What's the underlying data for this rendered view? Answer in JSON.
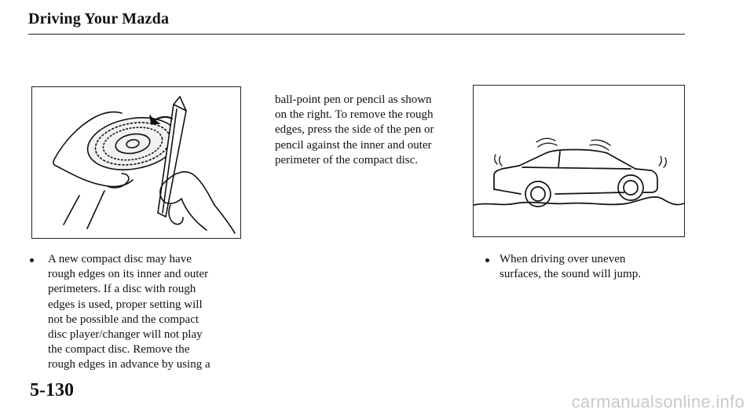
{
  "header": {
    "title": "Driving Your Mazda"
  },
  "middle_column": {
    "lines": [
      "ball-point pen or pencil as shown",
      "on the right. To remove the rough",
      "edges, press the side of the pen or",
      "pencil against the inner and outer",
      "perimeter of the compact disc."
    ]
  },
  "left_bullet": {
    "lines": [
      "A new compact disc may have",
      "rough edges on its inner and outer",
      "perimeters. If a disc with rough",
      "edges is used, proper setting will",
      "not be possible and the compact",
      "disc player/changer will not play",
      "the compact disc. Remove the",
      "rough edges in advance by using a"
    ]
  },
  "right_bullet": {
    "lines": [
      "When driving over uneven",
      "surfaces, the sound will jump."
    ]
  },
  "figures": {
    "left": {
      "icon": "compact-disc-pencil-illustration"
    },
    "right": {
      "icon": "car-on-uneven-road-illustration"
    }
  },
  "footer": {
    "page_number": "5-130",
    "watermark": "carmanualsonline.info"
  }
}
